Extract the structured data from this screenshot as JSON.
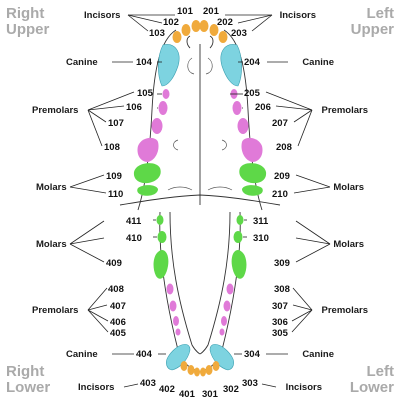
{
  "quadrants": {
    "right_upper": [
      "Right",
      "Upper"
    ],
    "left_upper": [
      "Left",
      "Upper"
    ],
    "right_lower": [
      "Right",
      "Lower"
    ],
    "left_lower": [
      "Left",
      "Lower"
    ]
  },
  "labels": {
    "ru_incisors": "Incisors",
    "lu_incisors": "Incisors",
    "ru_canine": "Canine",
    "lu_canine": "Canine",
    "ru_premolars": "Premolars",
    "lu_premolars": "Premolars",
    "ru_molars": "Molars",
    "lu_molars": "Molars",
    "rl_molars": "Molars",
    "ll_molars": "Molars",
    "rl_premolars": "Premolars",
    "ll_premolars": "Premolars",
    "rl_canine": "Canine",
    "ll_canine": "Canine",
    "rl_incisors": "Incisors",
    "ll_incisors": "Incisors"
  },
  "teeth": {
    "t101": "101",
    "t102": "102",
    "t103": "103",
    "t104": "104",
    "t105": "105",
    "t106": "106",
    "t107": "107",
    "t108": "108",
    "t109": "109",
    "t110": "110",
    "t201": "201",
    "t202": "202",
    "t203": "203",
    "t204": "204",
    "t205": "205",
    "t206": "206",
    "t207": "207",
    "t208": "208",
    "t209": "209",
    "t210": "210",
    "t301": "301",
    "t302": "302",
    "t303": "303",
    "t304": "304",
    "t305": "305",
    "t306": "306",
    "t307": "307",
    "t308": "308",
    "t309": "309",
    "t310": "310",
    "t311": "311",
    "t401": "401",
    "t402": "402",
    "t403": "403",
    "t404": "404",
    "t405": "405",
    "t406": "406",
    "t407": "407",
    "t408": "408",
    "t409": "409",
    "t410": "410",
    "t411": "411"
  },
  "colors": {
    "incisor": "#f0aa3c",
    "canine": "#7dd3e0",
    "premolar": "#e07ad8",
    "molar": "#5ed848",
    "quadrant_text": "#aaaaaa"
  }
}
